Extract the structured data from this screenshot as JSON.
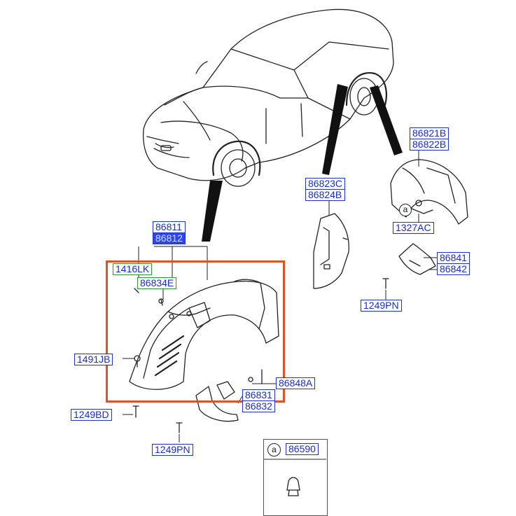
{
  "callouts": {
    "p86811": "86811",
    "p86812": "86812",
    "p1416lk": "1416LK",
    "p86834e": "86834E",
    "p1491jb": "1491JB",
    "p1249bd": "1249BD",
    "p1249pn_front": "1249PN",
    "p86848a": "86848A",
    "p86831": "86831",
    "p86832": "86832",
    "p86823c": "86823C",
    "p86824b": "86824B",
    "p86821b": "86821B",
    "p86822b": "86822B",
    "p1327ac": "1327AC",
    "p86841": "86841",
    "p86842": "86842",
    "p1249pn_rear": "1249PN",
    "p86590": "86590"
  },
  "markers": {
    "a_symbol": "a",
    "legend_symbol": "a"
  },
  "colors": {
    "label_text": "#1a2bd0",
    "label_border": "#2233cc",
    "green_border": "#2e9a3a",
    "highlight_fill": "#2d46e6",
    "highlight_box": "#e0522a",
    "line_art": "#222222"
  }
}
